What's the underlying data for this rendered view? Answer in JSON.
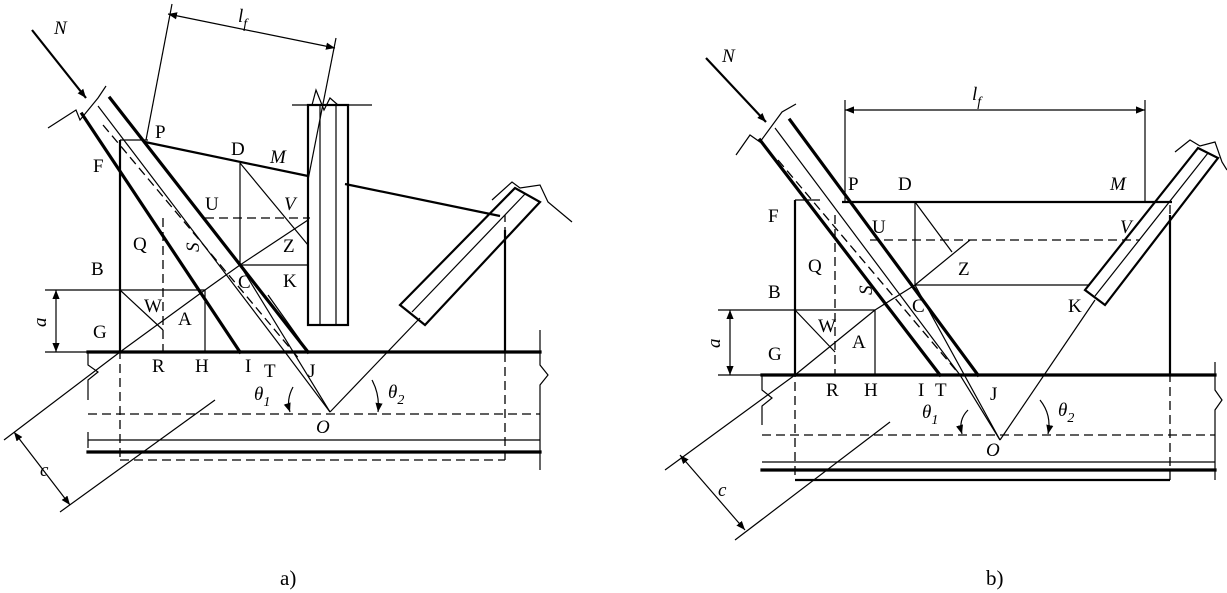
{
  "diagrams": [
    {
      "caption": "a)",
      "load_label": "N",
      "length_symbol": "l",
      "length_subscript": "f",
      "dim_a": "a",
      "dim_c": "c",
      "origin": "O",
      "theta1": "θ",
      "theta1_sub": "1",
      "theta2": "θ",
      "theta2_sub": "2",
      "points": {
        "P": "P",
        "D": "D",
        "M": "M",
        "F": "F",
        "U": "U",
        "V": "V",
        "Q": "Q",
        "S": "S",
        "Z": "Z",
        "B": "B",
        "C": "C",
        "K": "K",
        "W": "W",
        "A": "A",
        "G": "G",
        "R": "R",
        "H": "H",
        "I": "I",
        "T": "T",
        "J": "J"
      }
    },
    {
      "caption": "b)",
      "load_label": "N",
      "length_symbol": "l",
      "length_subscript": "f",
      "dim_a": "a",
      "dim_c": "c",
      "origin": "O",
      "theta1": "θ",
      "theta1_sub": "1",
      "theta2": "θ",
      "theta2_sub": "2",
      "points": {
        "P": "P",
        "D": "D",
        "M": "M",
        "F": "F",
        "U": "U",
        "V": "V",
        "Q": "Q",
        "S": "S",
        "Z": "Z",
        "B": "B",
        "C": "C",
        "K": "K",
        "W": "W",
        "A": "A",
        "G": "G",
        "R": "R",
        "H": "H",
        "I": "I",
        "T": "T",
        "J": "J"
      }
    }
  ]
}
